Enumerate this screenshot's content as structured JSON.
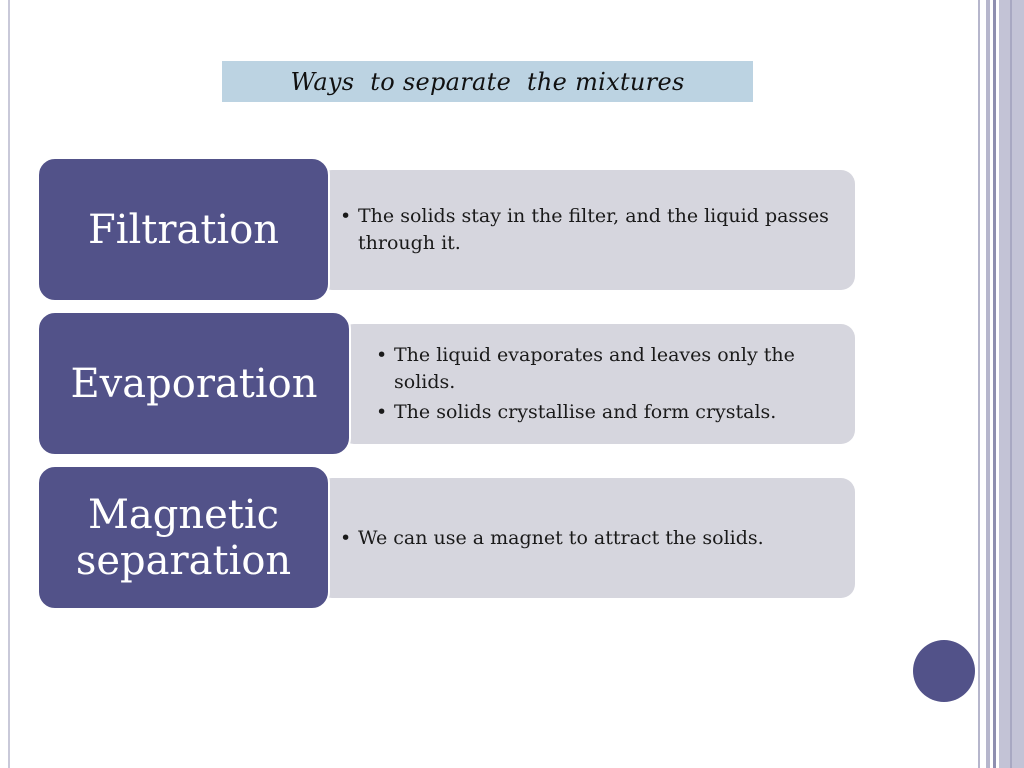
{
  "slide": {
    "title": "Ways  to separate  the mixtures",
    "methods": [
      {
        "name": "Filtration",
        "points": [
          "The solids stay in the filter, and the liquid passes through it."
        ]
      },
      {
        "name": "Evaporation",
        "points": [
          "The liquid evaporates and leaves only the solids.",
          "The solids crystallise and form crystals."
        ]
      },
      {
        "name_line1": "Magnetic",
        "name_line2": "separation",
        "points": [
          "We can use a magnet to attract the solids."
        ]
      }
    ]
  },
  "colors": {
    "label_fill": "#525289",
    "desc_fill": "#d6d6de",
    "title_fill": "#bcd3e2",
    "accent_circle": "#525289"
  }
}
